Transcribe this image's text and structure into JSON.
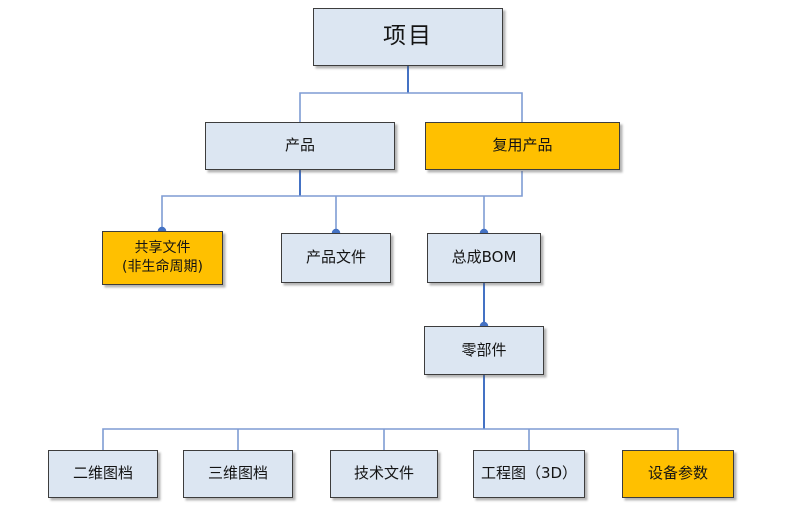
{
  "diagram": {
    "type": "hierarchy-tree",
    "background": "#ffffff"
  },
  "colors": {
    "node_fill_blue": "#dce6f2",
    "node_fill_yellow": "#ffc000",
    "node_border": "#3d3d3d",
    "node_text": "#141414",
    "connector_stem": "#4472c4",
    "connector_rail": "#7f9cd4",
    "junction_dot": "#4472c4"
  },
  "nodes": {
    "project": {
      "label": "项目",
      "style": "blue"
    },
    "product": {
      "label": "产品",
      "style": "blue"
    },
    "reused_product": {
      "label": "复用产品",
      "style": "yellow"
    },
    "shared_files": {
      "label_line1": "共享文件",
      "label_line2": "(非生命周期)",
      "style": "yellow"
    },
    "product_files": {
      "label": "产品文件",
      "style": "blue"
    },
    "assembly_bom": {
      "label": "总成BOM",
      "style": "blue"
    },
    "parts": {
      "label": "零部件",
      "style": "blue"
    },
    "drawing_2d": {
      "label": "二维图档",
      "style": "blue"
    },
    "drawing_3d": {
      "label": "三维图档",
      "style": "blue"
    },
    "tech_docs": {
      "label": "技术文件",
      "style": "blue"
    },
    "engineering_3d": {
      "label": "工程图（3D）",
      "style": "blue"
    },
    "device_params": {
      "label": "设备参数",
      "style": "yellow"
    }
  },
  "edges": [
    {
      "from": "项目",
      "to": [
        "产品",
        "复用产品"
      ]
    },
    {
      "from": "产品/复用产品",
      "to": [
        "共享文件(非生命周期)",
        "产品文件",
        "总成BOM"
      ]
    },
    {
      "from": "总成BOM",
      "to": [
        "零部件"
      ]
    },
    {
      "from": "零部件",
      "to": [
        "二维图档",
        "三维图档",
        "技术文件",
        "工程图（3D）",
        "设备参数"
      ]
    }
  ]
}
